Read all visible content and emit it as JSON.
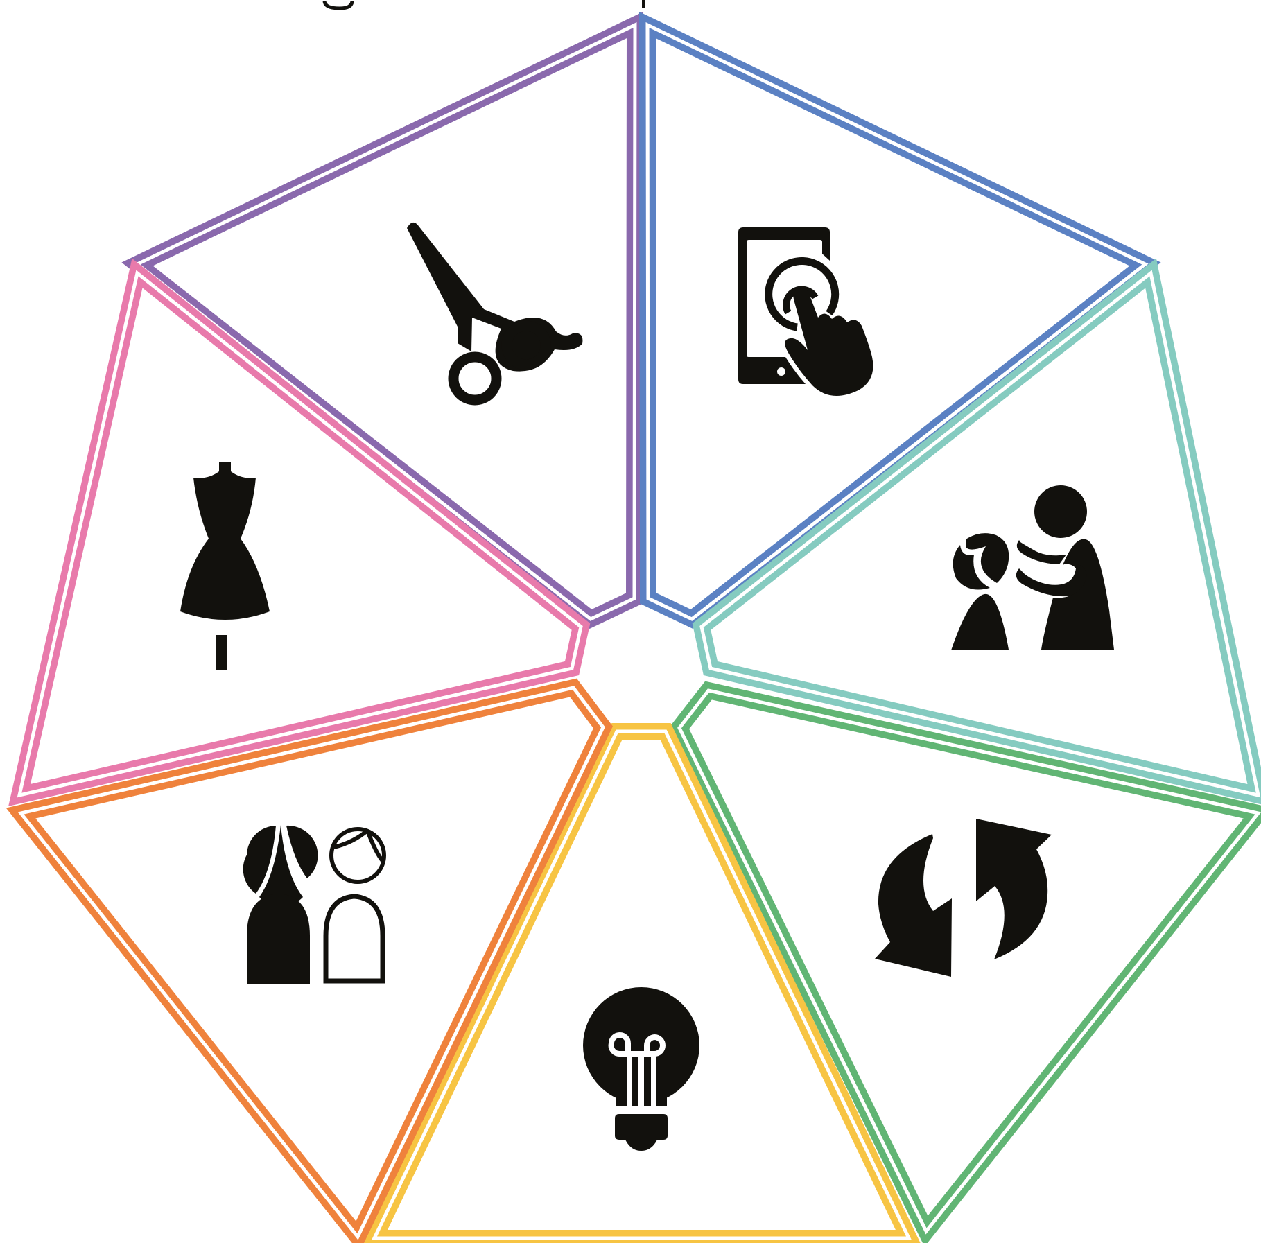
{
  "diagram": {
    "segments": [
      {
        "id": "cutting",
        "icon": "scissors-icon",
        "color": "#8a69ad"
      },
      {
        "id": "digital",
        "icon": "tablet-touch-icon",
        "color": "#5b81c3"
      },
      {
        "id": "fitting",
        "icon": "measuring-person-icon",
        "color": "#85cbc0"
      },
      {
        "id": "recycling",
        "icon": "refresh-arrows-icon",
        "color": "#61b574"
      },
      {
        "id": "innovation",
        "icon": "lightbulb-icon",
        "color": "#f7c443"
      },
      {
        "id": "people",
        "icon": "two-people-icon",
        "color": "#ef823c"
      },
      {
        "id": "fashion",
        "icon": "dress-form-icon",
        "color": "#e87aab"
      }
    ]
  }
}
